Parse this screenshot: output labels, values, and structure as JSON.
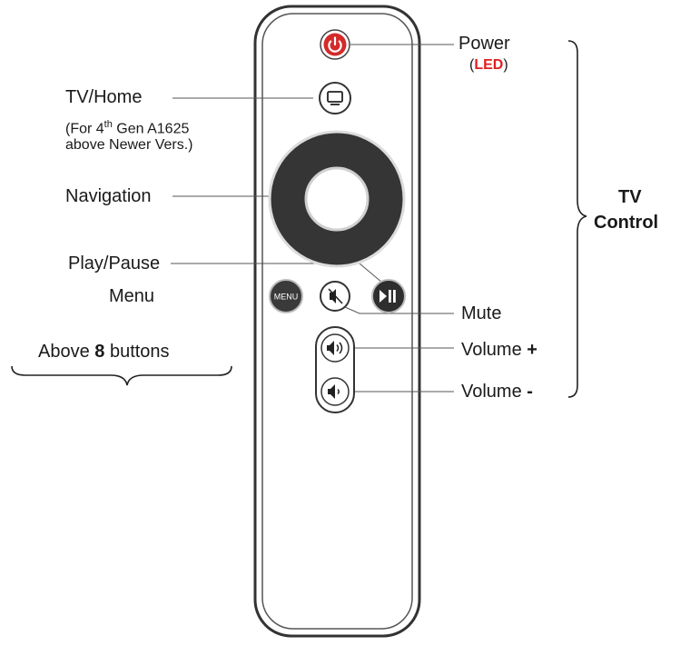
{
  "colors": {
    "power": "#d42a2a",
    "led": "#e02020",
    "body_outline": "#333333",
    "button_fill": "#2e2e2e",
    "nav_ring": "#333333"
  },
  "labels": {
    "power": "Power",
    "led_open": "(",
    "led": "LED",
    "led_close": ")",
    "tv_home": "TV/Home",
    "tv_home_note_1_pre": "(For 4",
    "tv_home_note_1_sup": "th",
    "tv_home_note_1_post": " Gen A1625",
    "tv_home_note_2": "above Newer Vers.)",
    "navigation": "Navigation",
    "play_pause": "Play/Pause",
    "menu": "Menu",
    "mute": "Mute",
    "volume_up": "Volume",
    "volume_up_sign": "+",
    "volume_down": "Volume",
    "volume_down_sign": "-",
    "above_pre": "Above ",
    "above_num": "8",
    "above_post": " buttons",
    "tv_control_1": "TV",
    "tv_control_2": "Control"
  },
  "buttons": {
    "menu_text": "MENU",
    "icons": [
      "power-icon",
      "tv-icon",
      "navigation-ring",
      "menu-button",
      "mute-icon",
      "play-pause-icon",
      "volume-up-icon",
      "volume-down-icon"
    ]
  }
}
